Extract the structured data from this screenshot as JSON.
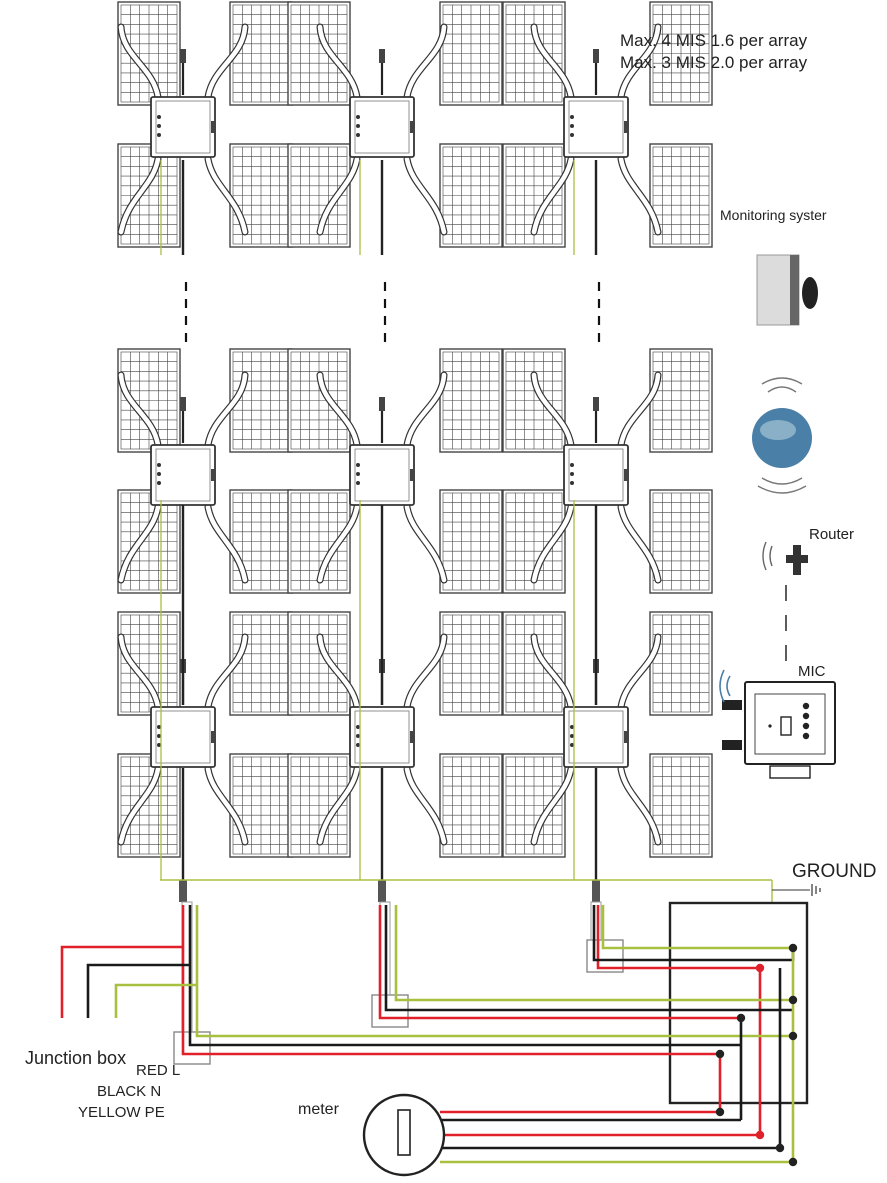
{
  "notes": {
    "line1": "Max. 4 MIS 1.6 per array",
    "line2": "Max. 3 MIS 2.0 per array"
  },
  "labels": {
    "monitoring": "Monitoring syster",
    "router": "Router",
    "mic": "MIC",
    "ground": "GROUND",
    "junction_box": "Junction box",
    "red": "RED L",
    "black": "BLACK N",
    "yellow": "YELLOW PE",
    "meter": "meter"
  },
  "colors": {
    "line_wire": "#e0202a",
    "neutral_wire": "#1a1a1a",
    "pe_wire": "#a8c040",
    "panel_stroke": "#444444",
    "inverter_stroke": "#333333"
  },
  "icons": [
    "monitor-icon",
    "globe-icon",
    "router-icon",
    "mic-device-icon",
    "ground-symbol-icon",
    "meter-icon"
  ]
}
